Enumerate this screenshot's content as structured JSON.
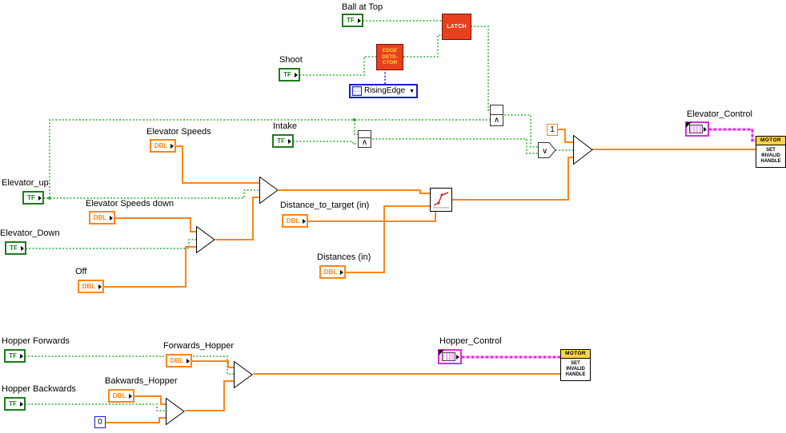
{
  "colors": {
    "boolean_green": "#2fae2f",
    "numeric_orange": "#ff8519",
    "reference_pink": "#dd29dd",
    "enum_blue": "#1a1acd",
    "node_red": "#e8401e",
    "motor_yellow": "#fcd34a"
  },
  "controls": {
    "ball_at_top": {
      "label": "Ball at Top",
      "type": "TF"
    },
    "shoot": {
      "label": "Shoot",
      "type": "TF"
    },
    "intake": {
      "label": "Intake",
      "type": "TF"
    },
    "elevator_up": {
      "label": "Elevator_up",
      "type": "TF"
    },
    "elevator_down": {
      "label": "Elevator_Down",
      "type": "TF"
    },
    "hopper_forwards": {
      "label": "Hopper Forwards",
      "type": "TF"
    },
    "hopper_backwards": {
      "label": "Hopper Backwards",
      "type": "TF"
    },
    "elevator_speeds": {
      "label": "Elevator Speeds",
      "type": "DBL"
    },
    "elevator_speeds_down": {
      "label": "Elevator Speeds down",
      "type": "DBL"
    },
    "off": {
      "label": "Off",
      "type": "DBL"
    },
    "distance_to_target": {
      "label": "Distance_to_target (in)",
      "type": "DBL"
    },
    "distances": {
      "label": "Distances (in)",
      "type": "DBL"
    },
    "forwards_hopper": {
      "label": "Forwards_Hopper",
      "type": "DBL"
    },
    "bakwards_hopper": {
      "label": "Bakwards_Hopper",
      "type": "DBL"
    },
    "elevator_control": {
      "label": "Elevator_Control"
    },
    "hopper_control": {
      "label": "Hopper_Control"
    }
  },
  "constants": {
    "one": "1",
    "zero": "0"
  },
  "functions": {
    "latch": {
      "label": "LATCH"
    },
    "edge_detector": {
      "line1": "EDGE",
      "line2": "DETE-",
      "line3": "CTOR"
    },
    "rising_edge": {
      "value": "RisingEdge",
      "caret": "▼"
    },
    "and": {
      "symbol": "∧"
    },
    "or": {
      "symbol": "∨"
    },
    "motor": {
      "banner": "MOTOR",
      "line1": "SET",
      "line2": "INVALID",
      "line3": "HANDLE"
    }
  }
}
